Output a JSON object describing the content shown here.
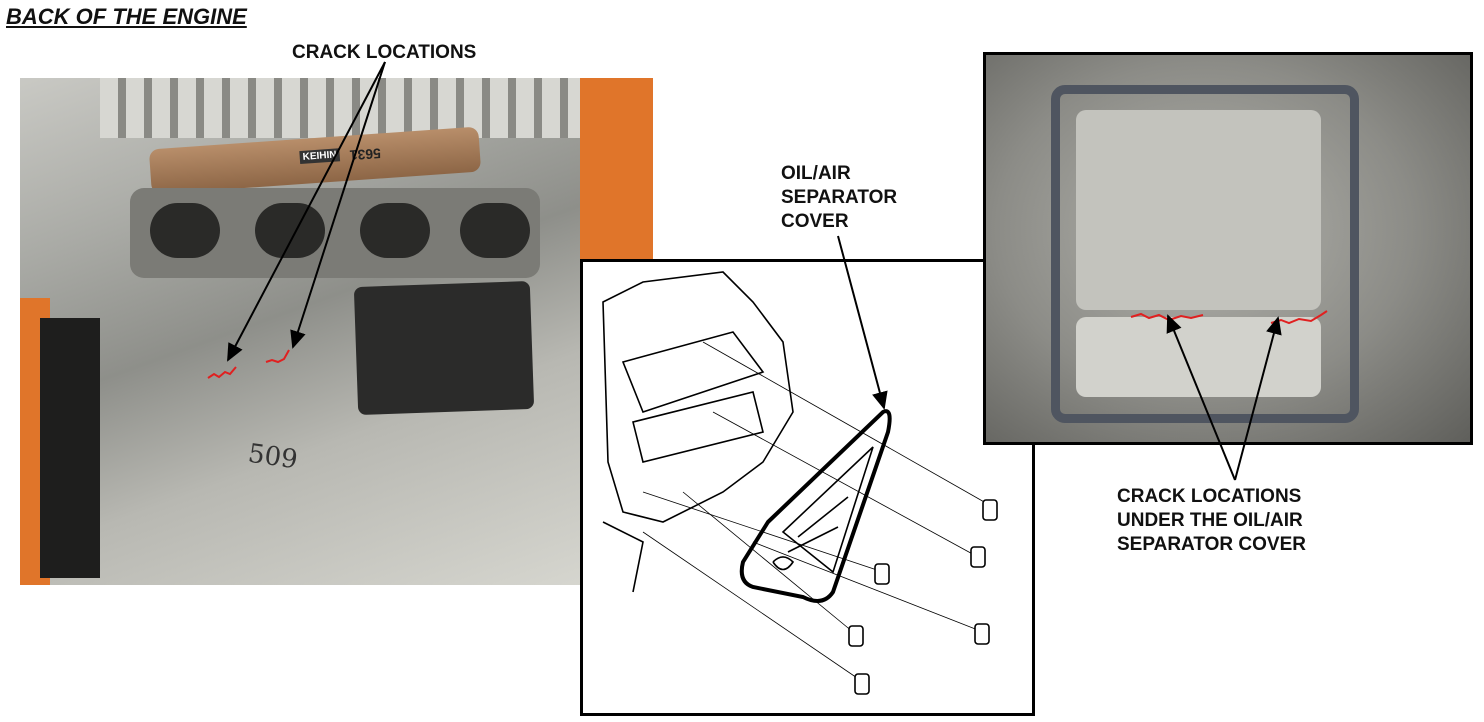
{
  "title": "BACK OF THE ENGINE",
  "labels": {
    "crack_locations": "CRACK LOCATIONS",
    "separator_cover": [
      "OIL/AIR",
      "SEPARATOR",
      "COVER"
    ],
    "crack_under_cover": [
      "CRACK LOCATIONS",
      "UNDER THE OIL/AIR",
      "SEPARATOR COVER"
    ]
  },
  "photo_left": {
    "stamp_text": "509",
    "shield_text": "5631",
    "brand_text": "KEIHIN"
  },
  "colors": {
    "crack": "#e02020",
    "frame": "#e0752a",
    "gasket": "#4f5560"
  }
}
